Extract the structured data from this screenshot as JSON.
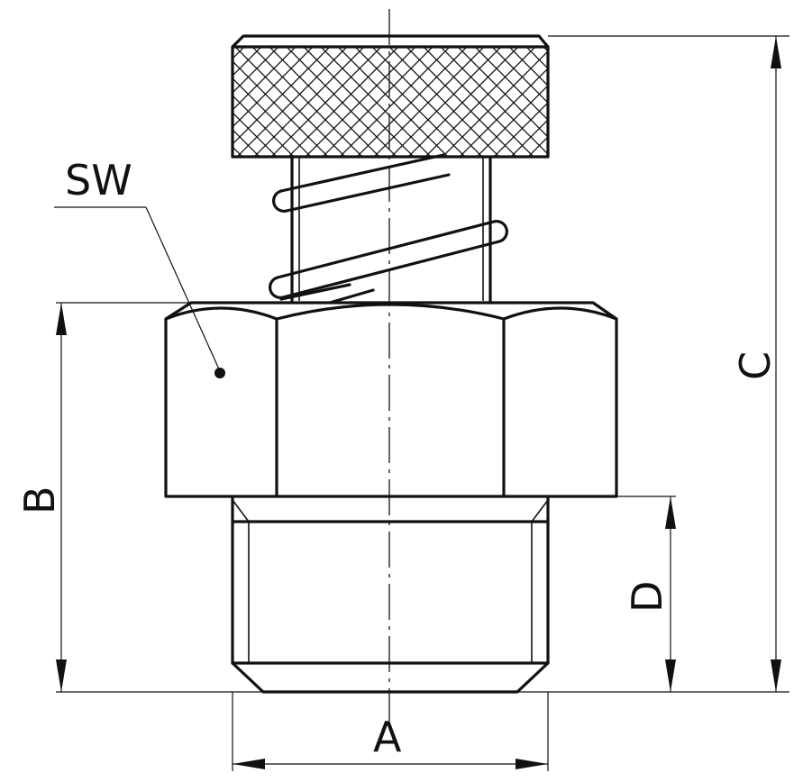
{
  "labels": {
    "sw": "SW",
    "a": "A",
    "b": "B",
    "c": "C",
    "d": "D"
  }
}
